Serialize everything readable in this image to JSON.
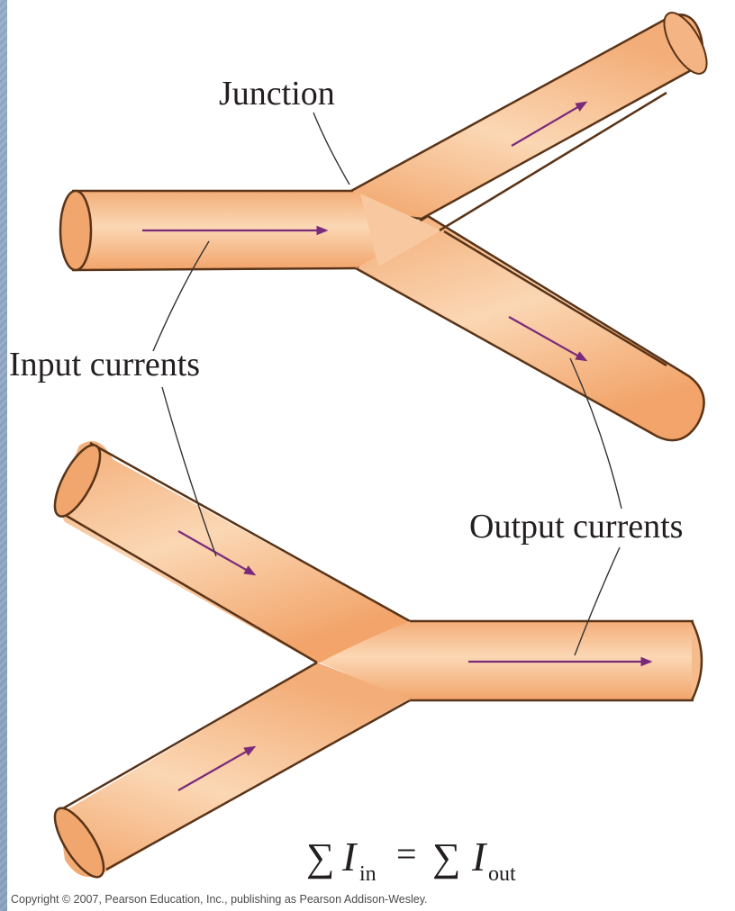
{
  "labels": {
    "junction": "Junction",
    "input": "Input currents",
    "output": "Output currents"
  },
  "equation": {
    "sigma_left": "∑",
    "i_left": "I",
    "sub_left": "in",
    "equals": "=",
    "sigma_right": "∑",
    "i_right": "I",
    "sub_right": "out"
  },
  "copyright": "Copyright © 2007, Pearson Education, Inc., publishing as Pearson Addison-Wesley.",
  "colors": {
    "background": "#8fa8c6",
    "pipe_fill": "#f6b98a",
    "pipe_highlight": "#fbd9b8",
    "pipe_stroke": "#5a3418",
    "end_cap": "#f0a66c",
    "arrow": "#7a2a7a",
    "leader": "#333333"
  }
}
